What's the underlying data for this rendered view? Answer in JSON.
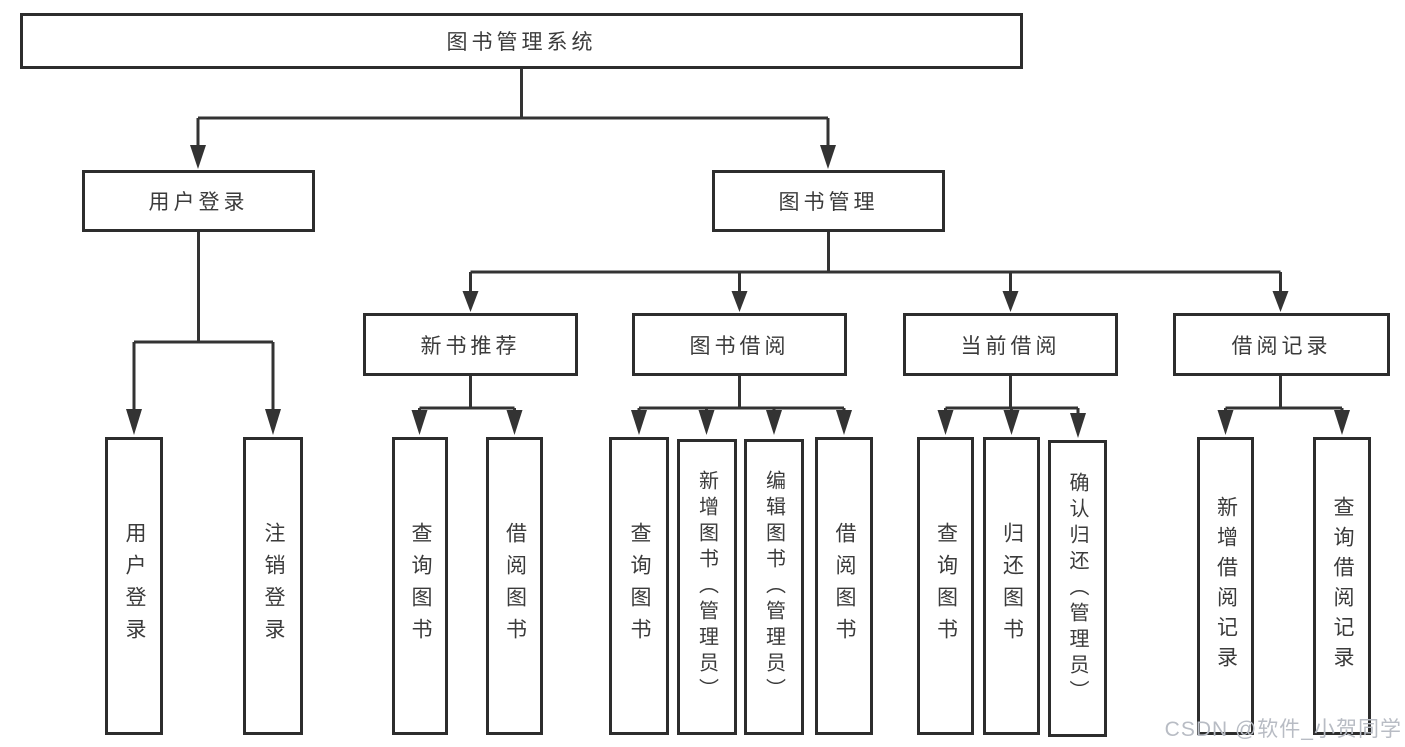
{
  "diagram": {
    "root": {
      "label": "图书管理系统",
      "children": [
        {
          "label": "用户登录",
          "children": [
            {
              "label": "用户登录"
            },
            {
              "label": "注销登录"
            }
          ]
        },
        {
          "label": "图书管理",
          "children": [
            {
              "label": "新书推荐",
              "children": [
                {
                  "label": "查询图书"
                },
                {
                  "label": "借阅图书"
                }
              ]
            },
            {
              "label": "图书借阅",
              "children": [
                {
                  "label": "查询图书"
                },
                {
                  "label": "新增图书（管理员）"
                },
                {
                  "label": "编辑图书（管理员）"
                },
                {
                  "label": "借阅图书"
                }
              ]
            },
            {
              "label": "当前借阅",
              "children": [
                {
                  "label": "查询图书"
                },
                {
                  "label": "归还图书"
                },
                {
                  "label": "确认归还（管理员）"
                }
              ]
            },
            {
              "label": "借阅记录",
              "children": [
                {
                  "label": "新增借阅记录"
                },
                {
                  "label": "查询借阅记录"
                }
              ]
            }
          ]
        }
      ]
    }
  },
  "watermark": {
    "text": "CSDN @软件_小贺同学"
  },
  "colors": {
    "line": "#333333",
    "box_border": "#2d2d2d",
    "text": "#3b3b3b",
    "watermark": "#b8bcc4",
    "background": "#ffffff"
  }
}
